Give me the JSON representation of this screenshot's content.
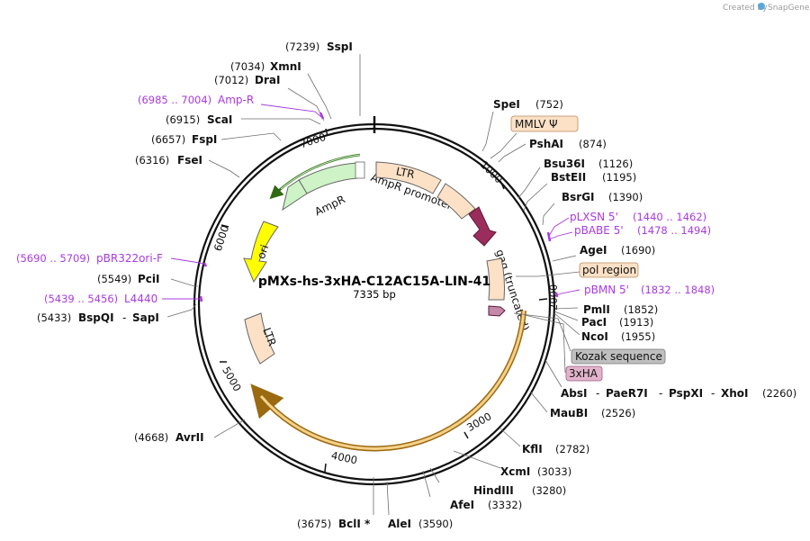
{
  "credit": {
    "created_by": "Created by",
    "brand": "SnapGene"
  },
  "plasmid": {
    "name": "pMXs-hs-3xHA-C12AC15A-LIN-41",
    "size": "7335 bp"
  },
  "ticks": [
    "1000",
    "2000",
    "3000",
    "4000",
    "5000",
    "6000",
    "7000"
  ],
  "sites": {
    "sspi": {
      "name": "SspI",
      "pos": "(7239)"
    },
    "xmni": {
      "name": "XmnI",
      "pos": "(7034)"
    },
    "drai": {
      "name": "DraI",
      "pos": "(7012)"
    },
    "scai": {
      "name": "ScaI",
      "pos": "(6915)"
    },
    "fspi": {
      "name": "FspI",
      "pos": "(6657)"
    },
    "fsei": {
      "name": "FseI",
      "pos": "(6316)"
    },
    "pcii": {
      "name": "PciI",
      "pos": "(5549)"
    },
    "bspqi": {
      "name": "BspQI",
      "sep": "-",
      "name2": "SapI",
      "pos": "(5433)"
    },
    "avrii": {
      "name": "AvrII",
      "pos": "(4668)"
    },
    "bcli": {
      "name": "BclI *",
      "pos": "(3675)"
    },
    "alei": {
      "name": "AleI",
      "pos": "(3590)"
    },
    "afei": {
      "name": "AfeI",
      "pos": "(3332)"
    },
    "hindiii": {
      "name": "HindIII",
      "pos": "(3280)"
    },
    "xcmi": {
      "name": "XcmI",
      "pos": "(3033)"
    },
    "kfli": {
      "name": "KflI",
      "pos": "(2782)"
    },
    "maubi": {
      "name": "MauBI",
      "pos": "(2526)"
    },
    "absi": {
      "name": "AbsI",
      "name2": "PaeR7I",
      "name3": "PspXI",
      "name4": "XhoI",
      "sep": "-",
      "pos": "(2260)"
    },
    "ncoi": {
      "name": "NcoI",
      "pos": "(1955)"
    },
    "paci": {
      "name": "PacI",
      "pos": "(1913)"
    },
    "pmli": {
      "name": "PmlI",
      "pos": "(1852)"
    },
    "agei": {
      "name": "AgeI",
      "pos": "(1690)"
    },
    "bsrgi": {
      "name": "BsrGI",
      "pos": "(1390)"
    },
    "bsteii": {
      "name": "BstEII",
      "pos": "(1195)"
    },
    "bsu36i": {
      "name": "Bsu36I",
      "pos": "(1126)"
    },
    "pshai": {
      "name": "PshAI",
      "pos": "(874)"
    },
    "spei": {
      "name": "SpeI",
      "pos": "(752)"
    }
  },
  "primers": {
    "ampr": {
      "name": "Amp-R",
      "pos": "(6985 .. 7004)"
    },
    "pbr322": {
      "name": "pBR322ori-F",
      "pos": "(5690 .. 5709)"
    },
    "l4440": {
      "name": "L4440",
      "pos": "(5439 .. 5456)"
    },
    "plxsn": {
      "name": "pLXSN 5'",
      "pos": "(1440 .. 1462)"
    },
    "pbabe": {
      "name": "pBABE 5'",
      "pos": "(1478 .. 1494)"
    },
    "pbmn": {
      "name": "pBMN 5'",
      "pos": "(1832 .. 1848)"
    }
  },
  "boxes": {
    "mmlv": "MMLV Ψ",
    "pol": "pol region",
    "kozak": "Kozak sequence",
    "ha": "3xHA"
  },
  "features": {
    "ltr_top": "LTR",
    "ampr_promoter": "AmpR promoter",
    "ampr": "AmpR",
    "ori": "ori",
    "gag": "gag (truncated)",
    "ltr_bottom": "LTR"
  },
  "colors": {
    "ltr": "#fde1c6",
    "ampr": "#cdf3c6",
    "ori": "#ffff00",
    "gag": "#9b2d5d",
    "ha": "#e2b4cc",
    "kozak": "#bfbfbf",
    "orf": "#f0b040",
    "primer": "#a93ae0"
  }
}
